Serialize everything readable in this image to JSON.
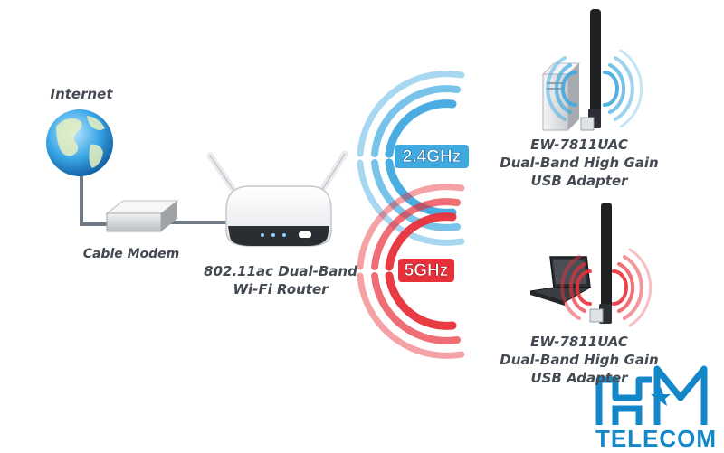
{
  "labels": {
    "internet": "Internet",
    "cable_modem": "Cable Modem",
    "router_line1": "802.11ac Dual-Band",
    "router_line2": "Wi-Fi Router",
    "adapter_top_line1": "EW-7811UAC",
    "adapter_top_line2": "Dual-Band High Gain",
    "adapter_top_line3": "USB Adapter",
    "adapter_bottom_line1": "EW-7811UAC",
    "adapter_bottom_line2": "Dual-Band High Gain",
    "adapter_bottom_line3": "USB Adapter"
  },
  "bands": {
    "band_24": "2.4GHz",
    "band_5": "5GHz"
  },
  "logo": {
    "text": "TELECOM"
  },
  "colors": {
    "band_24": "#3fa9e0",
    "band_5": "#e8303a",
    "logo_blue": "#1487c9",
    "cable": "#6f7a85"
  }
}
